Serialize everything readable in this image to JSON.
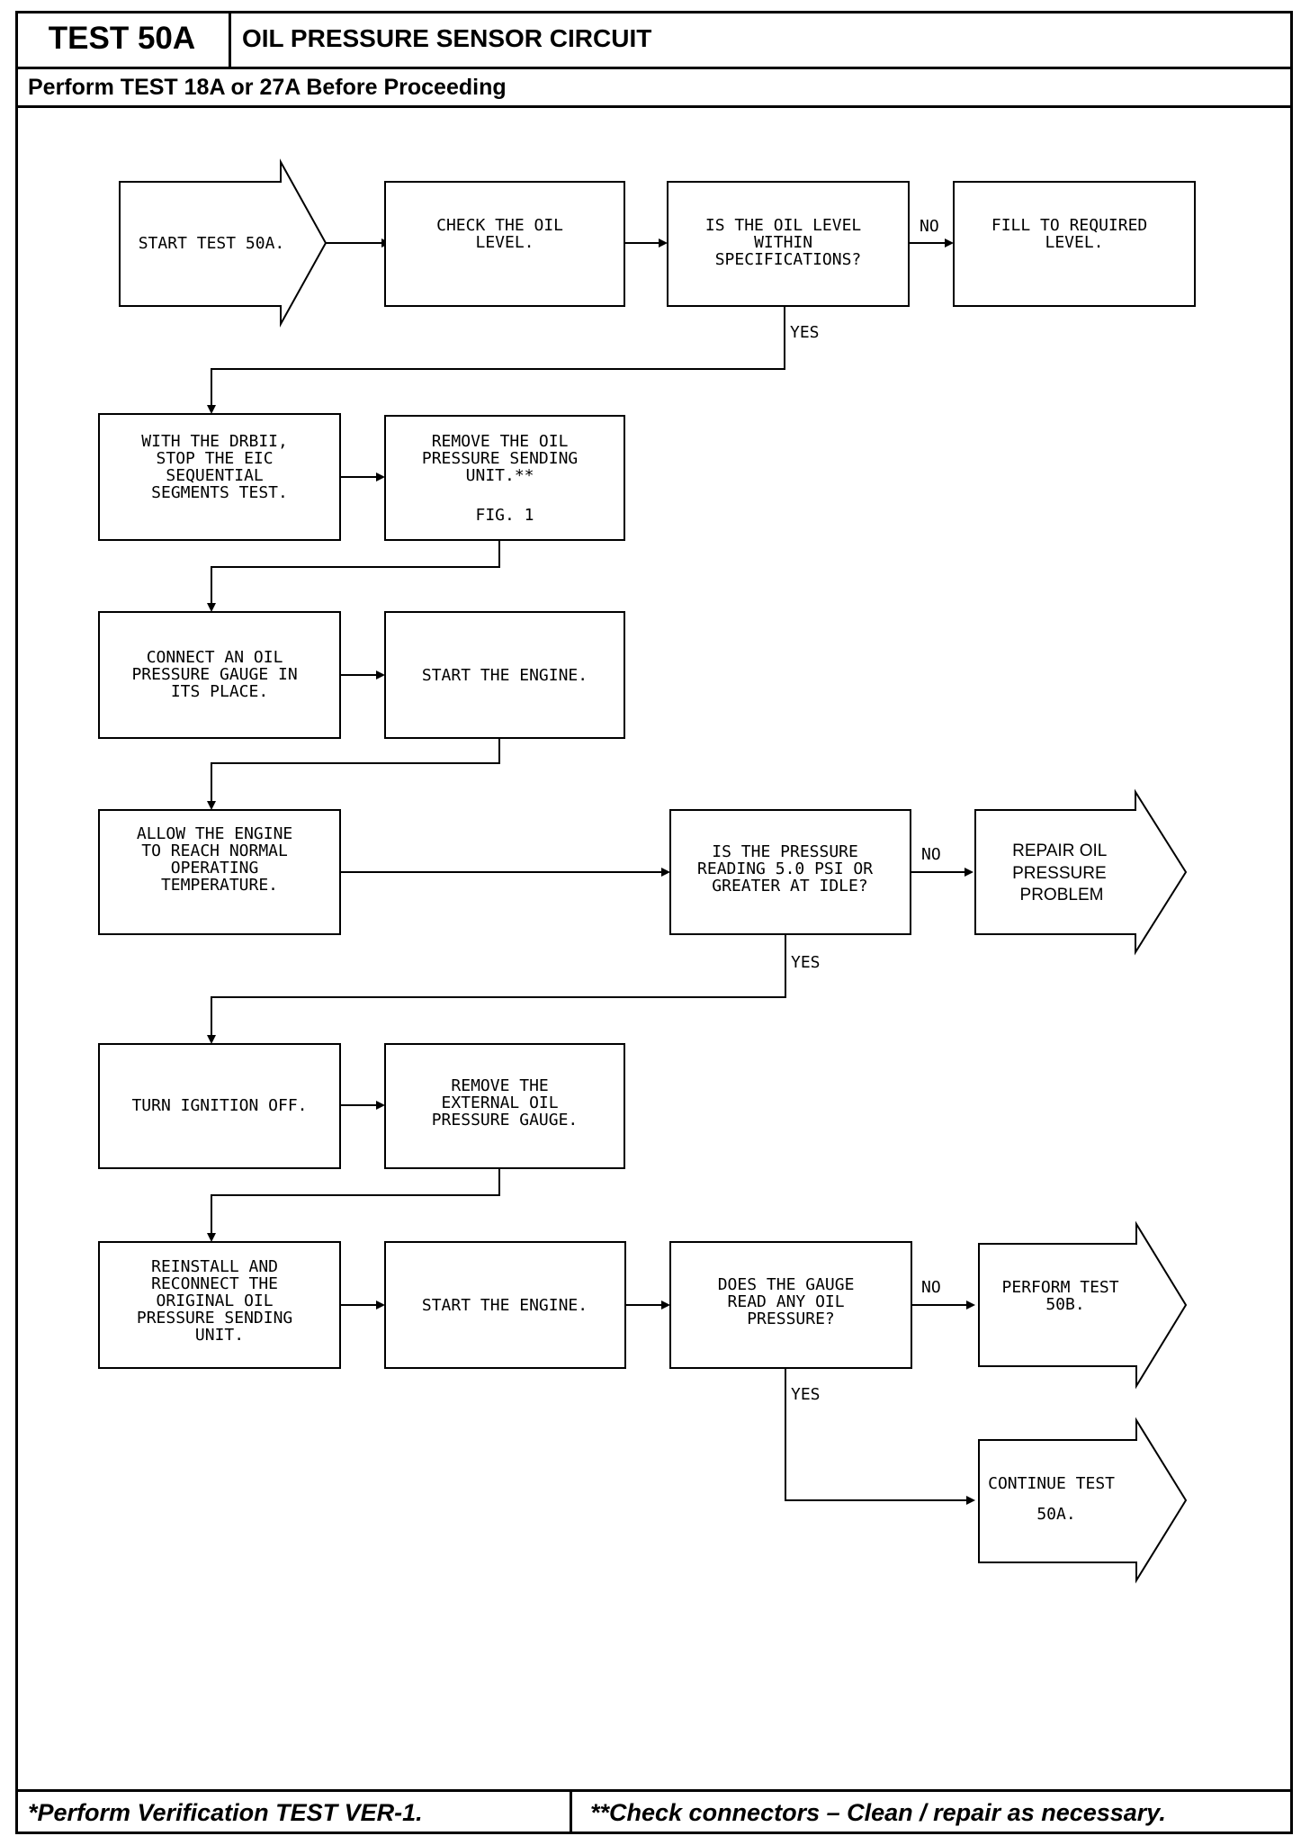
{
  "header": {
    "test_code": "TEST 50A",
    "title": "OIL PRESSURE SENSOR CIRCUIT",
    "prerequisite": "Perform TEST 18A or 27A Before Proceeding"
  },
  "flow": {
    "start": [
      "START TEST 50A."
    ],
    "check_oil": [
      "CHECK THE OIL",
      "LEVEL."
    ],
    "oil_level_question": [
      "IS THE OIL LEVEL",
      "WITHIN",
      "SPECIFICATIONS?"
    ],
    "fill_oil": [
      "FILL TO REQUIRED",
      "LEVEL."
    ],
    "stop_eic": [
      "WITH THE DRBII,",
      "STOP THE EIC",
      "SEQUENTIAL",
      "SEGMENTS TEST."
    ],
    "remove_sender": [
      "REMOVE THE OIL",
      "PRESSURE SENDING",
      "UNIT.**",
      "FIG. 1"
    ],
    "connect_gauge": [
      "CONNECT AN OIL",
      "PRESSURE GAUGE IN",
      "ITS PLACE."
    ],
    "start_engine_1": [
      "START THE ENGINE."
    ],
    "warm_engine": [
      "ALLOW THE ENGINE",
      "TO REACH NORMAL",
      "OPERATING",
      "TEMPERATURE."
    ],
    "pressure_question": [
      "IS THE PRESSURE",
      "READING 5.0 PSI OR",
      "GREATER AT IDLE?"
    ],
    "repair_pressure": [
      "REPAIR OIL",
      "PRESSURE",
      "PROBLEM"
    ],
    "ignition_off": [
      "TURN IGNITION OFF."
    ],
    "remove_gauge": [
      "REMOVE THE",
      "EXTERNAL OIL",
      "PRESSURE GAUGE."
    ],
    "reinstall_sender": [
      "REINSTALL AND",
      "RECONNECT THE",
      "ORIGINAL OIL",
      "PRESSURE SENDING",
      "UNIT."
    ],
    "start_engine_2": [
      "START THE ENGINE."
    ],
    "gauge_question": [
      "DOES THE GAUGE",
      "READ ANY OIL",
      "PRESSURE?"
    ],
    "perform_50b": [
      "PERFORM TEST",
      "50B."
    ],
    "continue_50a": [
      "CONTINUE TEST",
      "50A."
    ]
  },
  "branch_labels": {
    "yes": "YES",
    "no": "NO"
  },
  "footer": {
    "left": "*Perform Verification TEST VER-1.",
    "right": "**Check connectors – Clean / repair as necessary."
  }
}
